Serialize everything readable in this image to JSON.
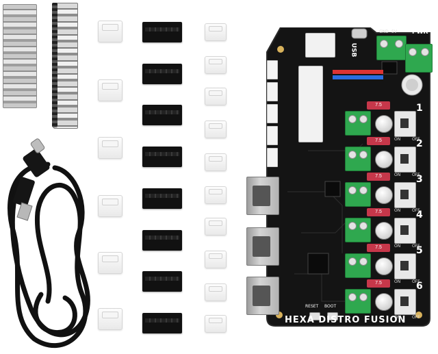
{
  "product": {
    "board_name": "HEXA DISTRO FUSION",
    "board_label_usb": "USB",
    "board_label_pwr": "PWR",
    "board_label_gnd": "GND",
    "board_label_5v": "5V",
    "board_label_reset": "RESET",
    "board_label_boot": "BOOT",
    "board_label_on": "ON",
    "board_label_off": "OFF",
    "fuse_rating": "7.5",
    "channels": [
      "1",
      "2",
      "3",
      "4",
      "5",
      "6"
    ]
  },
  "colors": {
    "board": "#141414",
    "terminal": "#2fa84f",
    "fuse": "#c6374a",
    "cable": "#111111",
    "gold": "#d8b25c"
  },
  "icons": [
    "usb-c-cable",
    "crimp-pin-strip",
    "white-jst-connector",
    "black-dupont-housing",
    "controller-board"
  ]
}
